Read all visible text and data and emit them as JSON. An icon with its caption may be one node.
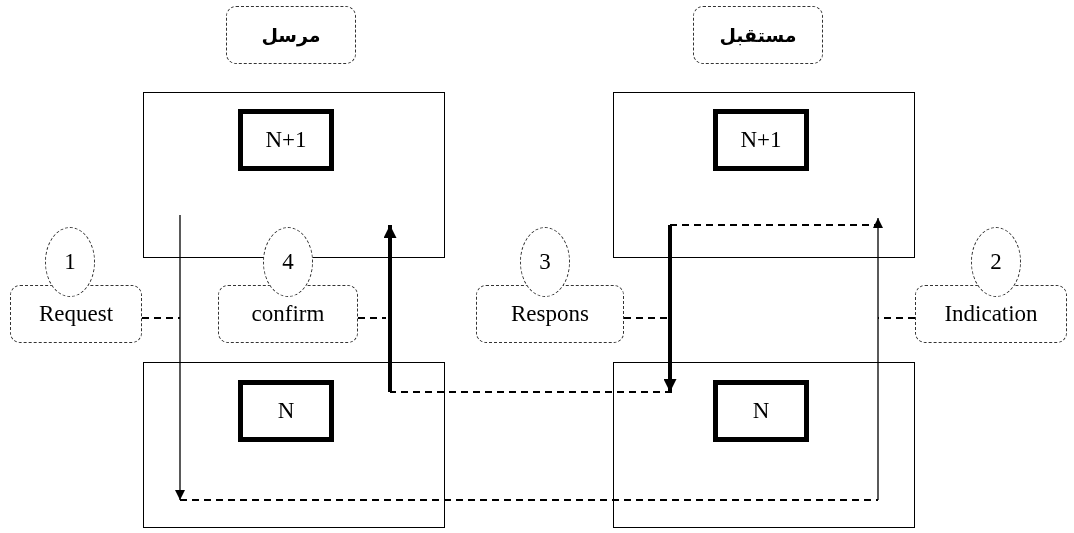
{
  "diagram": {
    "nodes": [
      {
        "text": [
          "مرسل"
        ]
      },
      {
        "text": [
          "مستقبل"
        ]
      },
      {
        "text": [],
        "shape": "box"
      },
      {
        "text": [
          "N+1"
        ],
        "in": 2
      },
      {
        "text": [],
        "shape": "box"
      },
      {
        "text": [
          "N+1"
        ],
        "in": 4
      },
      {
        "text": [],
        "shape": "box"
      },
      {
        "text": [
          "N"
        ],
        "in": 6
      },
      {
        "text": [],
        "shape": "box"
      },
      {
        "text": [
          "N"
        ],
        "in": 8
      },
      {
        "text": [
          "1"
        ]
      },
      {
        "text": [
          "Request"
        ]
      },
      {
        "text": [
          "4"
        ]
      },
      {
        "text": [
          "confirm"
        ]
      },
      {
        "text": [
          "3"
        ]
      },
      {
        "text": [
          "Respons"
        ]
      },
      {
        "text": [
          "2"
        ]
      },
      {
        "text": [
          "Indication"
        ]
      }
    ],
    "edges": [
      {
        "from": 2,
        "to": 6,
        "arrow": "to"
      },
      {
        "from": 6,
        "to": 8,
        "arrow": "none",
        "style": "dashed"
      },
      {
        "from": 8,
        "to": 4,
        "arrow": "to"
      },
      {
        "from": 4,
        "to": 8,
        "arrow": "to",
        "style": "thick"
      },
      {
        "from": 8,
        "to": 6,
        "arrow": "none",
        "style": "dashed"
      },
      {
        "from": 6,
        "to": 2,
        "arrow": "to",
        "style": "thick"
      },
      {
        "from": 11,
        "to": null,
        "arrow": "none",
        "style": "dashed"
      },
      {
        "from": 13,
        "to": null,
        "arrow": "none",
        "style": "dashed"
      },
      {
        "from": 15,
        "to": null,
        "arrow": "none",
        "style": "dashed"
      },
      {
        "from": 17,
        "to": null,
        "arrow": "none",
        "style": "dashed"
      }
    ]
  }
}
